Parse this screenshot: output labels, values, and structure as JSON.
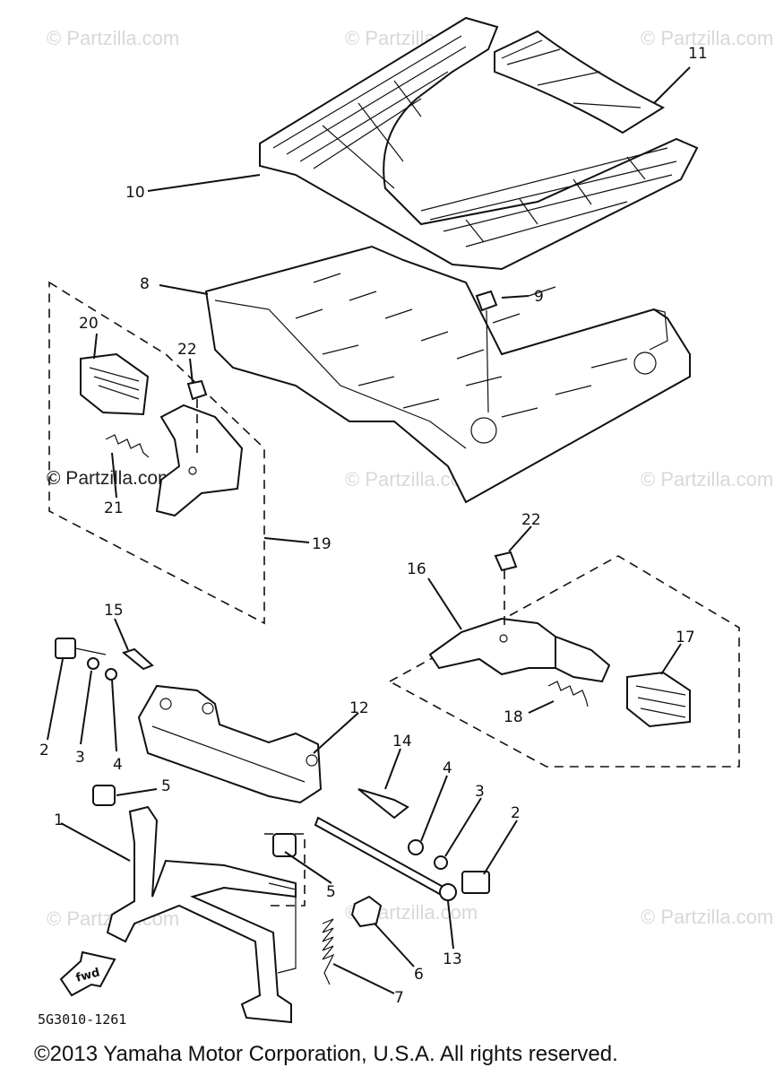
{
  "watermarks": [
    "© Partzilla.com",
    "© Partzilla.com",
    "© Partzilla.com",
    "© Partzilla.com",
    "© Partzilla.com",
    "© Partzilla.com",
    "© Partzilla.com",
    "© Partzilla.com",
    "© Partzilla.com"
  ],
  "callouts": [
    "1",
    "2",
    "3",
    "4",
    "5",
    "6",
    "7",
    "8",
    "9",
    "10",
    "11",
    "12",
    "13",
    "14",
    "15",
    "16",
    "17",
    "18",
    "19",
    "20",
    "21",
    "22",
    "22",
    "5",
    "4",
    "3",
    "2",
    "fwd"
  ],
  "diagram_code": "5G3010-1261",
  "copyright": "©2013  Yamaha Motor Corporation, U.S.A. All rights reserved."
}
